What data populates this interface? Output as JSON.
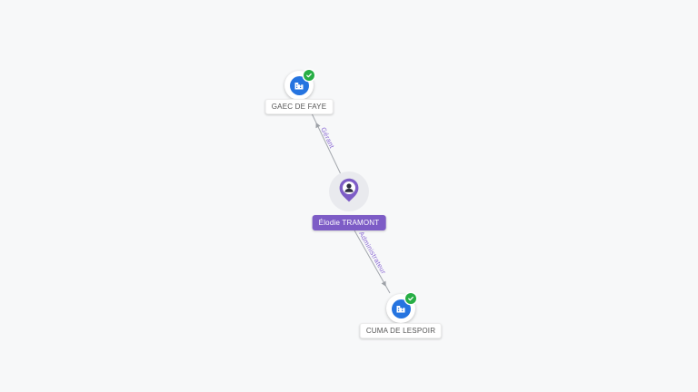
{
  "view": {
    "background": "#f7f8f9"
  },
  "graph": {
    "nodes": [
      {
        "id": "gaec-de-faye",
        "type": "company",
        "label": "GAEC DE FAYE",
        "verified": true
      },
      {
        "id": "elodie-tramont",
        "type": "person",
        "label": "Élodie TRAMONT"
      },
      {
        "id": "cuma-de-lespoir",
        "type": "company",
        "label": "CUMA DE LESPOIR",
        "verified": true
      }
    ],
    "edges": [
      {
        "source": "elodie-tramont",
        "target": "gaec-de-faye",
        "label": "Gérant"
      },
      {
        "source": "elodie-tramont",
        "target": "cuma-de-lespoir",
        "label": "Administrateur"
      }
    ]
  },
  "colors": {
    "background": "#f7f8f9",
    "company_icon_bg": "#2574e0",
    "verified_badge": "#27ae45",
    "person_pin": "#7d5cc6",
    "person_label_bg": "#7d5cc6",
    "edge": "#a3a7ad",
    "edge_label": "#8a68d4",
    "label_text": "#555555"
  }
}
